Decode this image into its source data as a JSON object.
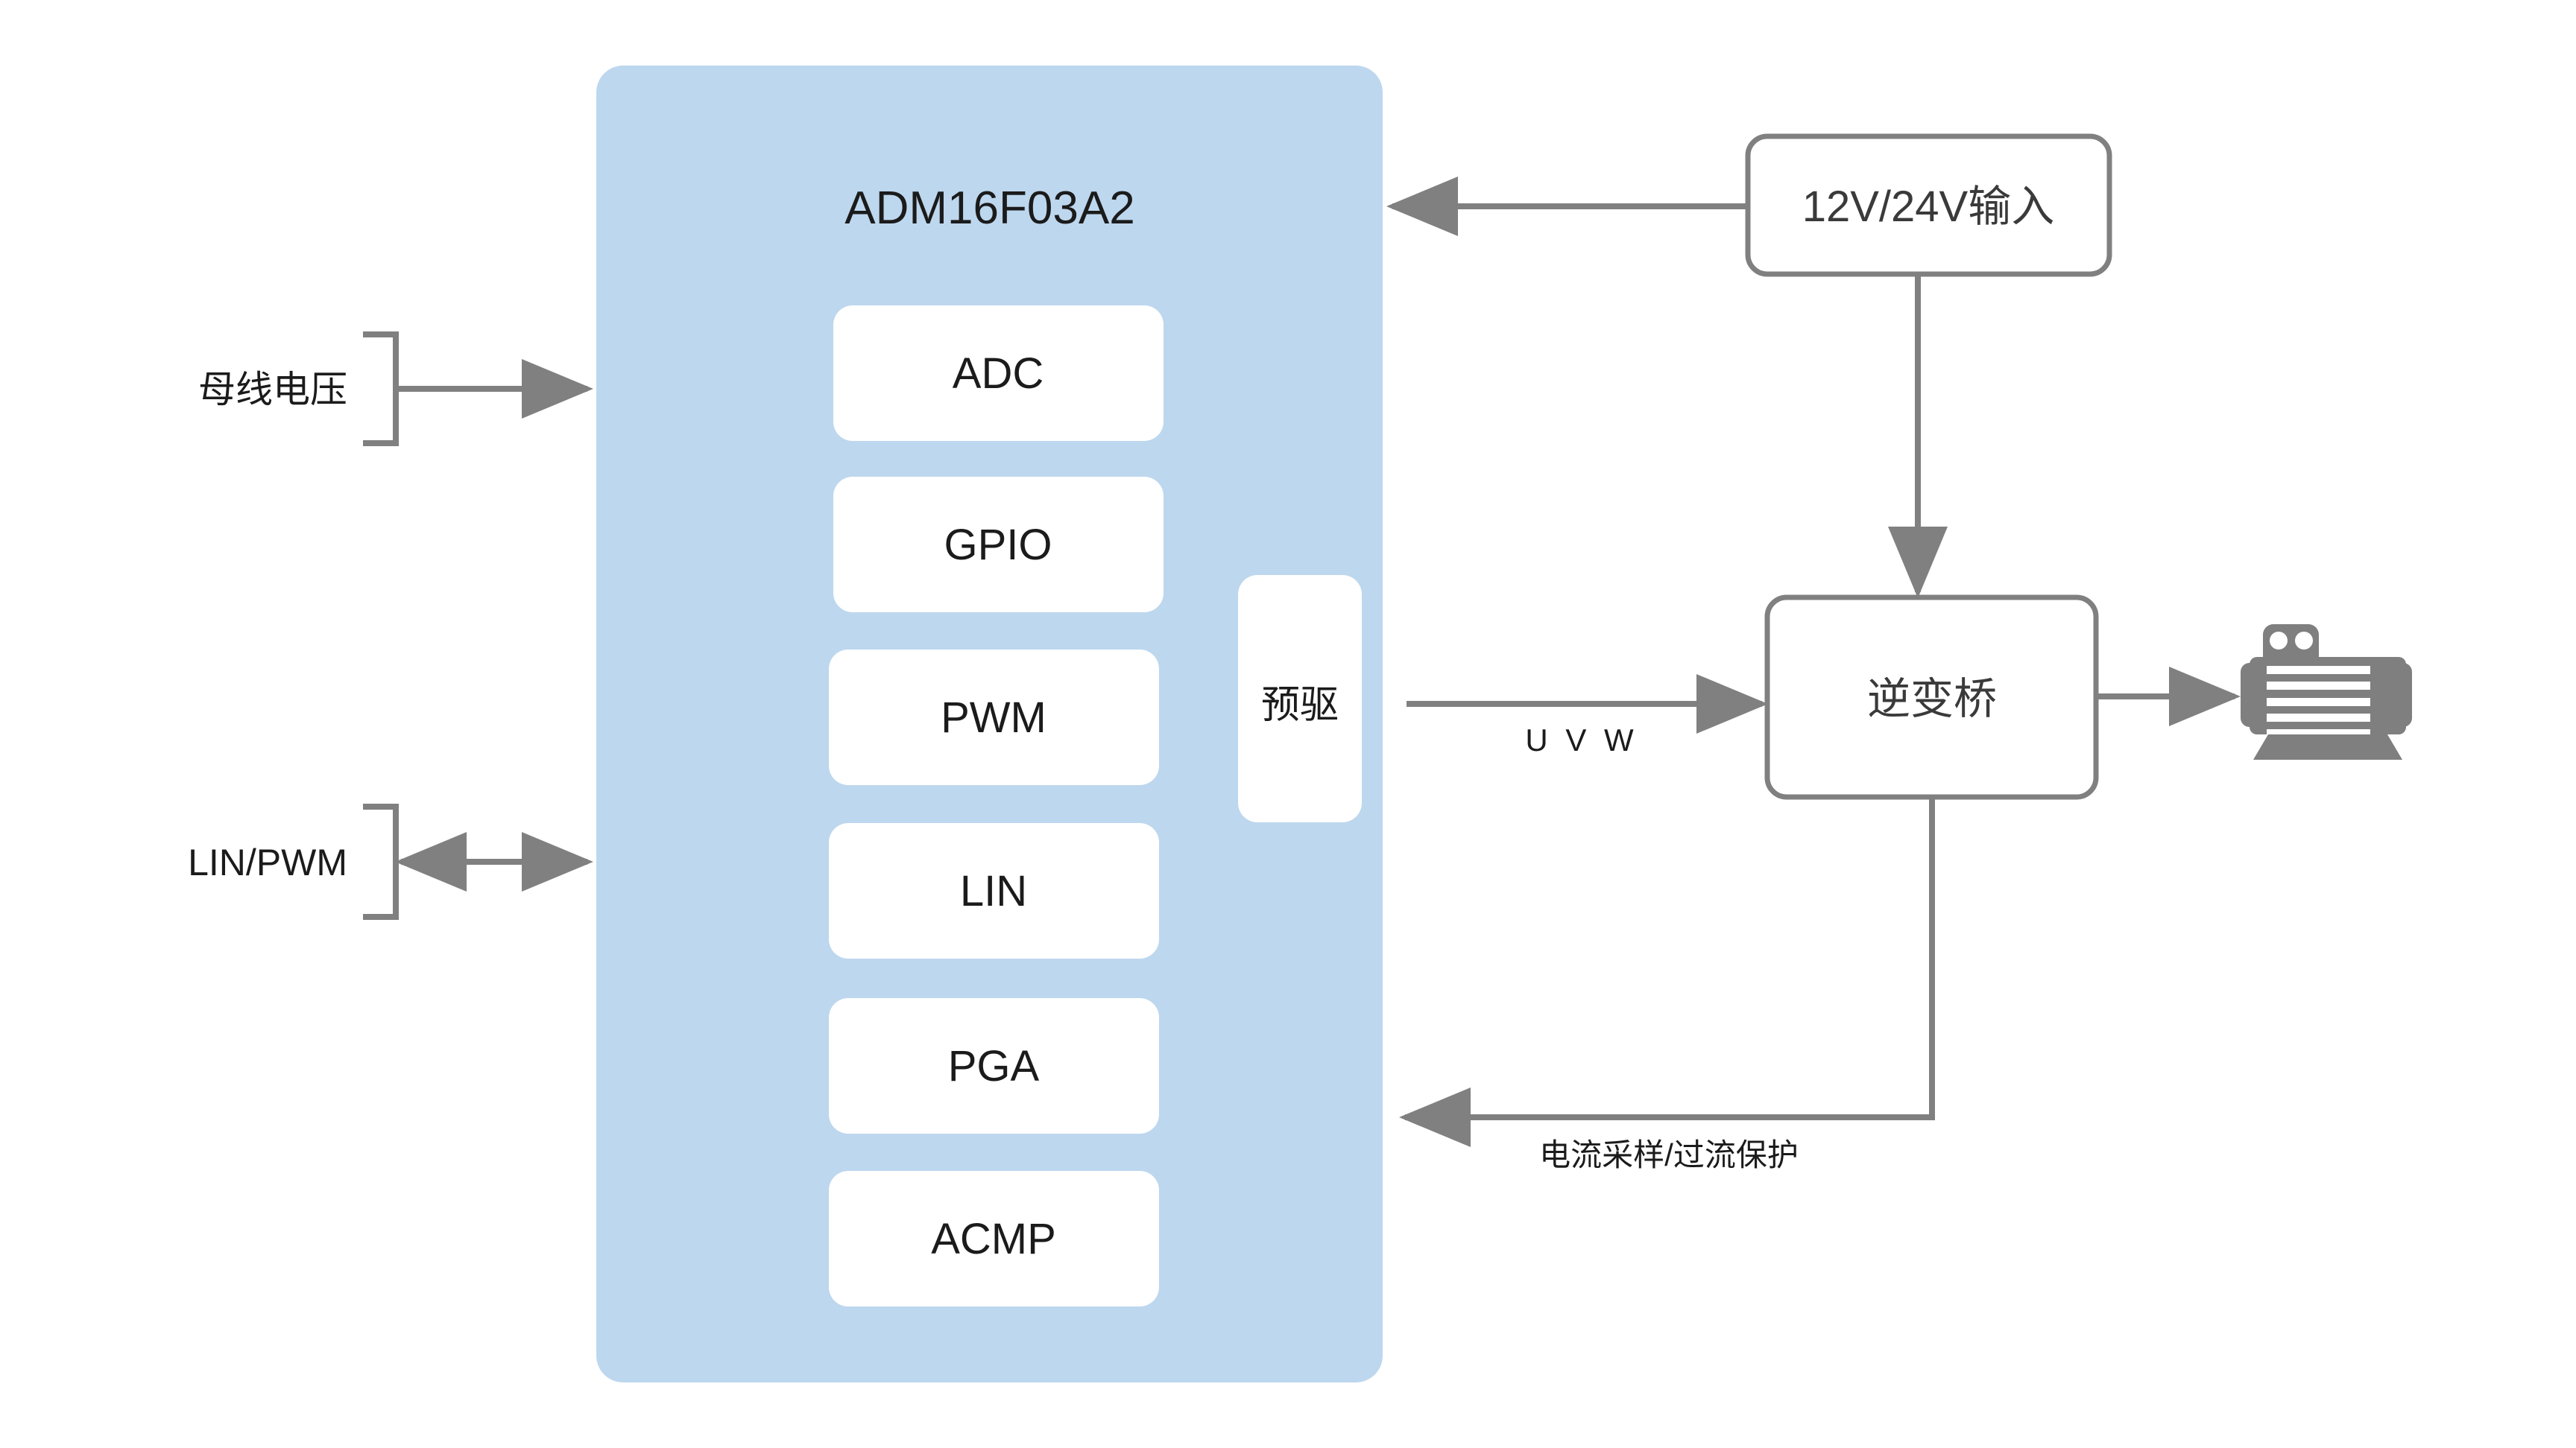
{
  "diagram": {
    "title": "ADM16F03A2",
    "colors": {
      "mcu_fill": "#bdd7ee",
      "block_fill": "#ffffff",
      "line": "#808080",
      "box_stroke": "#808080",
      "text": "#1b1b1b",
      "motor_icon": "#7f7f7f"
    },
    "mcu": {
      "name": "ADM16F03A2",
      "peripherals": [
        {
          "label": "ADC"
        },
        {
          "label": "GPIO"
        },
        {
          "label": "PWM"
        },
        {
          "label": "LIN"
        },
        {
          "label": "PGA"
        },
        {
          "label": "ACMP"
        }
      ],
      "predriver": {
        "label": "预驱"
      }
    },
    "left_inputs": [
      {
        "label": "母线电压",
        "direction": "in"
      },
      {
        "label": "LIN/PWM",
        "direction": "bidirectional"
      }
    ],
    "external_blocks": [
      {
        "id": "supply",
        "label": "12V/24V输入"
      },
      {
        "id": "inverter",
        "label": "逆变桥"
      }
    ],
    "motor": {
      "icon": "motor-icon"
    },
    "edge_labels": [
      {
        "id": "uvw",
        "label": "U V W"
      },
      {
        "id": "current-feedback",
        "label": "电流采样/过流保护"
      }
    ]
  }
}
